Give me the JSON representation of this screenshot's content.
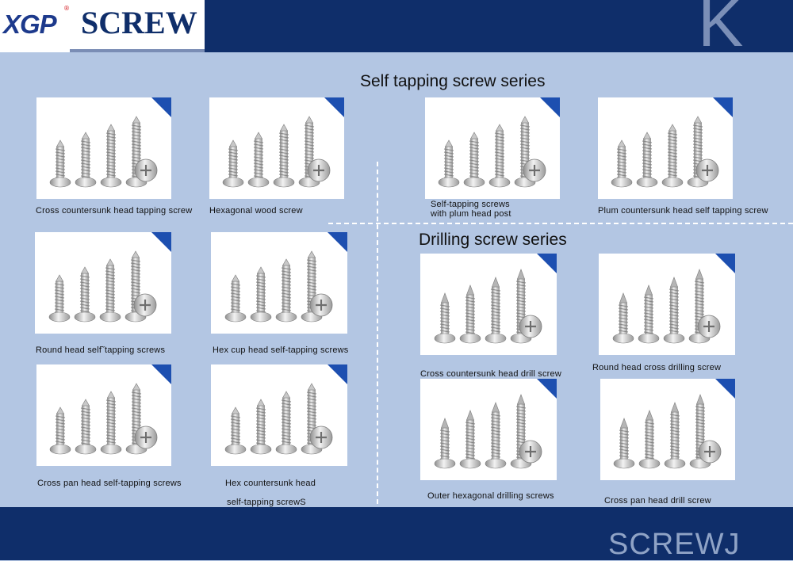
{
  "header": {
    "logo_main": "XGP",
    "logo_reg": "®",
    "brand": "SCREW",
    "watermark": "K"
  },
  "sections": {
    "self_tapping": "Self tapping screw series",
    "drilling": "Drilling screw series"
  },
  "products": [
    {
      "caption": "Cross countersunk head tapping screw",
      "icon": "screw-icon"
    },
    {
      "caption": "Hexagonal wood screw",
      "icon": "screw-icon"
    },
    {
      "caption": "Self-tapping screws with plum head post",
      "icon": "screw-icon"
    },
    {
      "caption": "Plum countersunk head self tapping screw",
      "icon": "screw-icon"
    },
    {
      "caption": "Round head self˜tapping screws",
      "icon": "screw-icon"
    },
    {
      "caption": "Hex cup head self-tapping screws",
      "icon": "screw-icon"
    },
    {
      "caption": "Cross countersunk head drill screw",
      "icon": "drill-screw-icon"
    },
    {
      "caption": "Round head cross drilling screw",
      "icon": "drill-screw-icon"
    },
    {
      "caption": "Cross pan head self-tapping screws",
      "icon": "screw-icon"
    },
    {
      "caption": "Hex countersunk head",
      "caption2": "self-tapping screwS",
      "icon": "screw-icon"
    },
    {
      "caption": "Outer hexagonal drilling screws",
      "icon": "drill-screw-icon"
    },
    {
      "caption": "Cross pan head drill screw",
      "icon": "drill-screw-icon"
    }
  ],
  "footer": {
    "text": "SCREWJ"
  },
  "colors": {
    "header_bg": "#0f2e6a",
    "page_bg": "#b3c6e3",
    "corner_accent": "#1d4fb0"
  }
}
